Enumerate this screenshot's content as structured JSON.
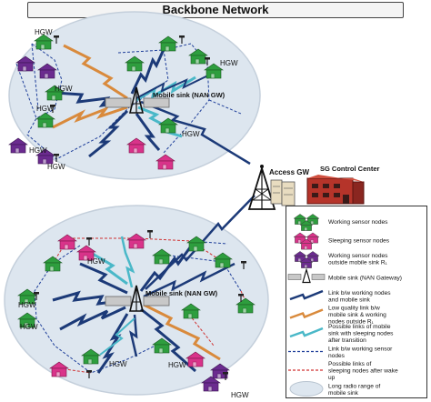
{
  "title": "Backbone Network",
  "labels": {
    "hgw": "HGW",
    "mobile_sink_upper": "Mobile sink (NAN GW)",
    "mobile_sink_lower": "Mobile sink (NAN GW)",
    "access_gw": "Access GW",
    "sg_control_center": "SG Control Center"
  },
  "legend": [
    {
      "key": "working",
      "text": "Working sensor nodes"
    },
    {
      "key": "sleeping",
      "text": "Sleeping sensor nodes"
    },
    {
      "key": "outside",
      "text": "Working sensor nodes outside mobile sink R₁"
    },
    {
      "key": "sink",
      "text": "Mobile sink (NAN Gateway)"
    },
    {
      "key": "link_working",
      "text": "Link b/w working nodes and mobile sink"
    },
    {
      "key": "low_quality",
      "text": "Low quality link b/w mobile sink & working nodes outside R₁"
    },
    {
      "key": "possible_sleeping",
      "text": "Possible links of mobile sink with sleeping nodes after transition"
    },
    {
      "key": "link_sensor",
      "text": "Link b/w working sensor nodes"
    },
    {
      "key": "possible_wakeup",
      "text": "Possible links of sleeping nodes after wake up"
    },
    {
      "key": "long_range",
      "text": "Long radio range of mobile sink"
    }
  ],
  "colors": {
    "working": "#2e9e3e",
    "sleeping": "#d9338a",
    "outside": "#6b2b8f",
    "bolt_blue": "#1c3a78",
    "bolt_orange": "#d98a3c",
    "bolt_cyan": "#4ab8c8",
    "dashed_blue": "#1f3f9a",
    "dashed_red": "#d03030",
    "cloud": "#dde6ef",
    "control_center": "#b5342a"
  }
}
